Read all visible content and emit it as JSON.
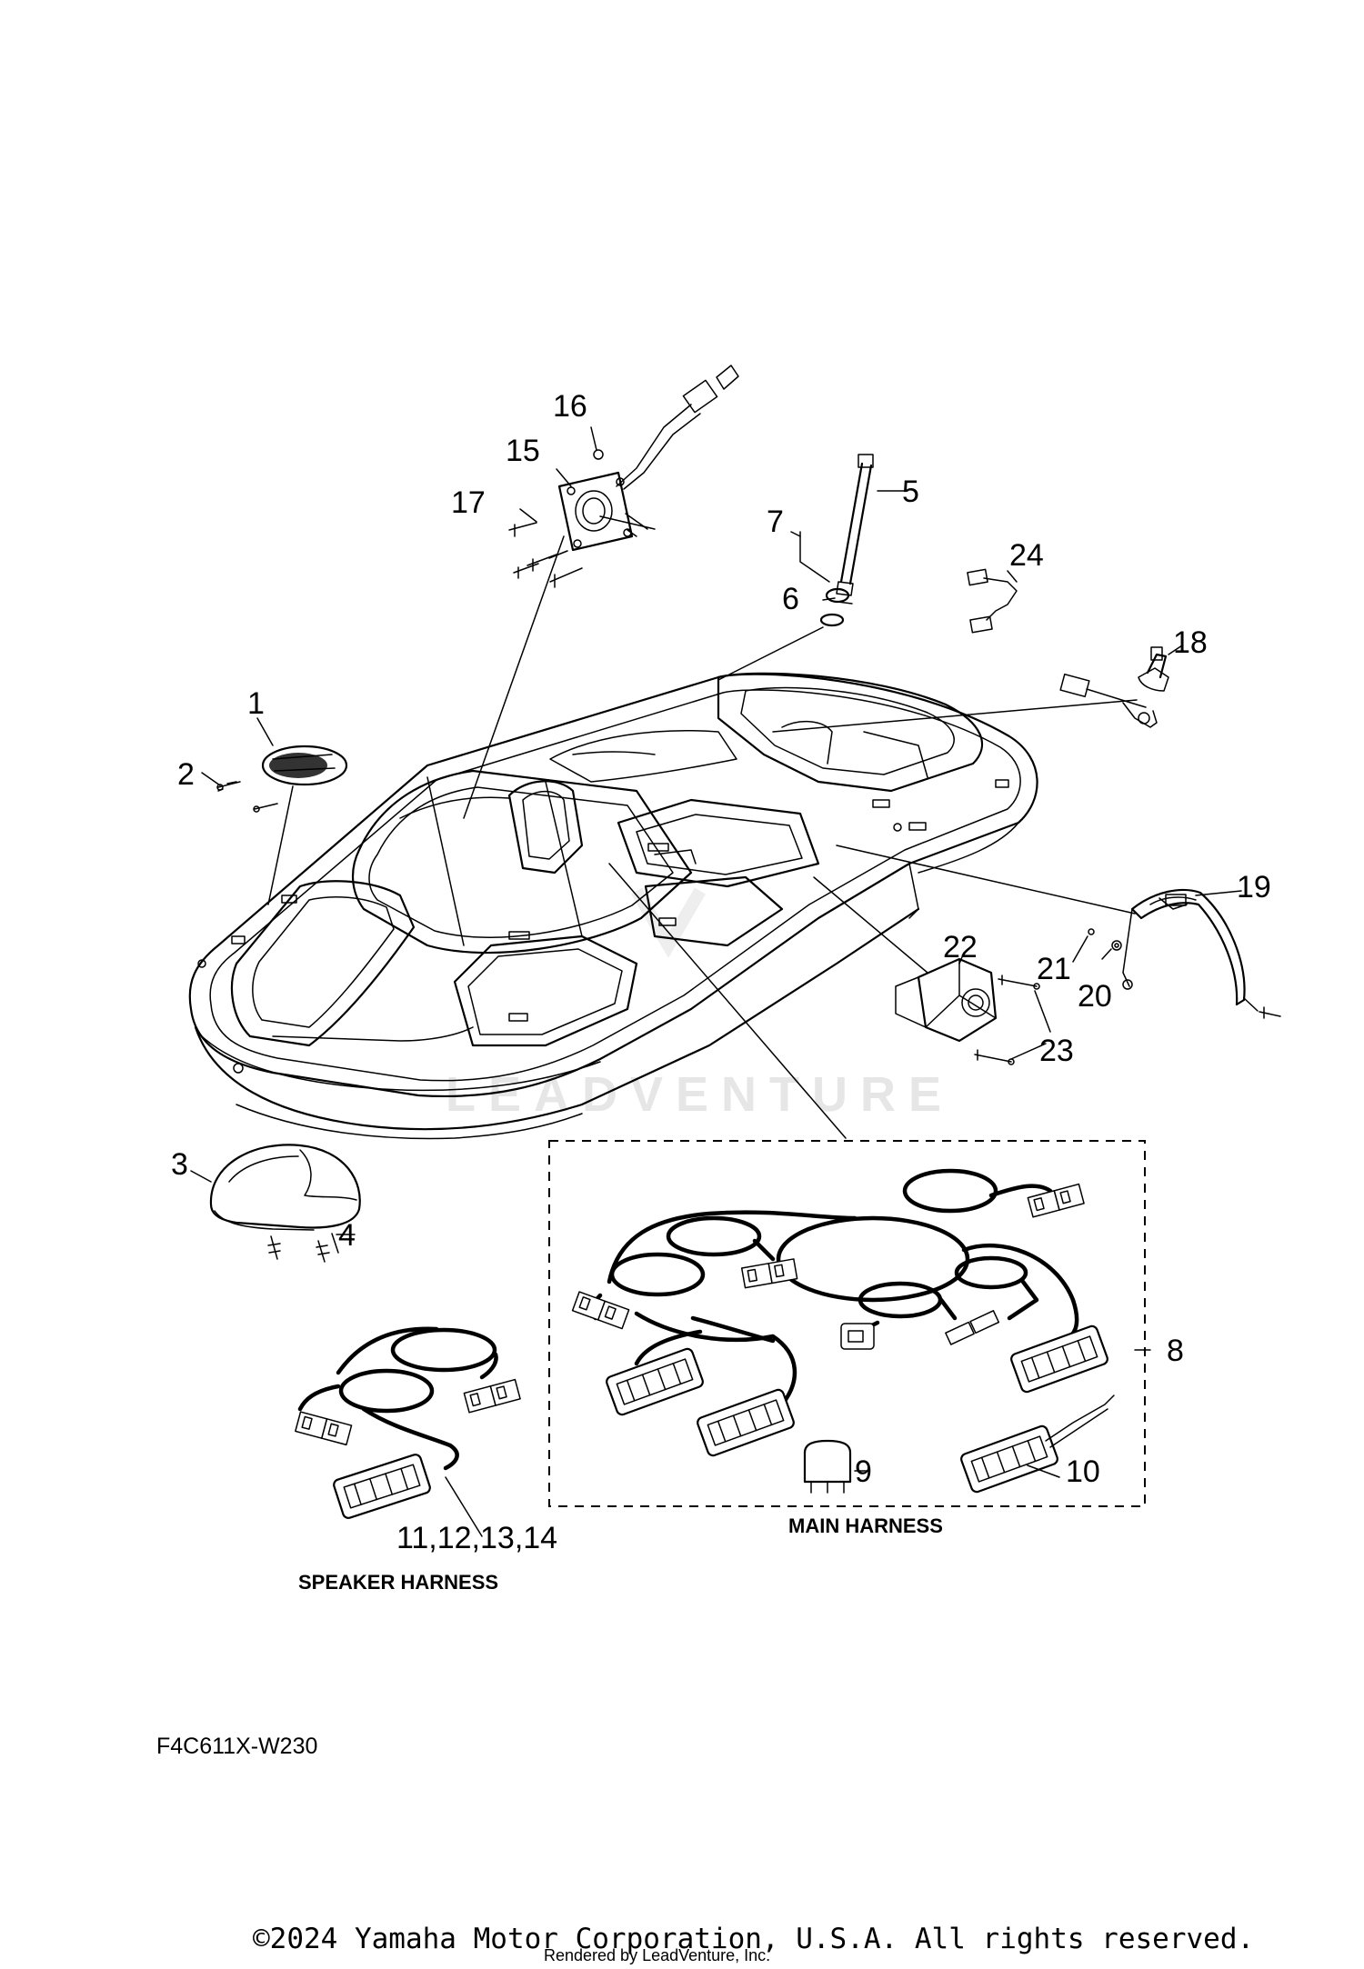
{
  "callouts": {
    "c1": "1",
    "c2": "2",
    "c3": "3",
    "c4": "4",
    "c5": "5",
    "c6": "6",
    "c7": "7",
    "c8": "8",
    "c9": "9",
    "c10": "10",
    "c11": "11,12,13,14",
    "c15": "15",
    "c16": "16",
    "c17": "17",
    "c18": "18",
    "c19": "19",
    "c20": "20",
    "c21": "21",
    "c22": "22",
    "c23": "23",
    "c24": "24"
  },
  "captions": {
    "main_harness": "MAIN HARNESS",
    "speaker_harness": "SPEAKER HARNESS"
  },
  "diagram_code": "F4C611X-W230",
  "watermark": "LEADVENTURE",
  "footer": {
    "copyright": "©2024 Yamaha Motor Corporation, U.S.A. All rights reserved.",
    "rendered_by": "Rendered by LeadVenture, Inc."
  }
}
